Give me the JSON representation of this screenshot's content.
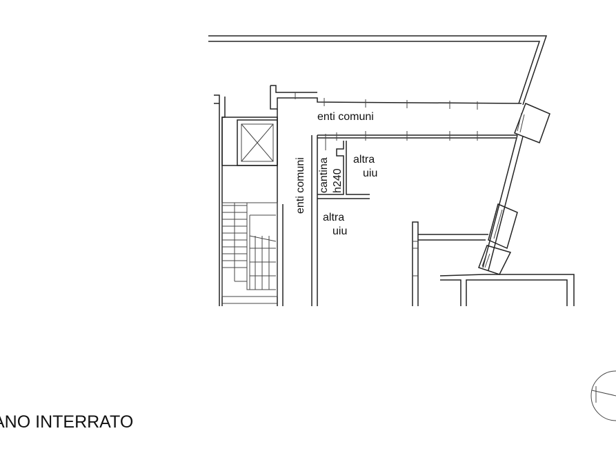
{
  "plan": {
    "floor_label": "ANO INTERRATO",
    "rooms": {
      "enti_comuni_top": "enti comuni",
      "enti_comuni_corridor": "enti comuni",
      "cantina_line1": "cantina",
      "cantina_line2": "h240",
      "altra_uiu_right_line1": "altra",
      "altra_uiu_right_line2": "uiu",
      "altra_uiu_lower_line1": "altra",
      "altra_uiu_lower_line2": "uiu"
    },
    "icons": {
      "elevator": "elevator-cross-icon",
      "stairs": "staircase-icon",
      "compass": "north-arrow-icon"
    }
  }
}
